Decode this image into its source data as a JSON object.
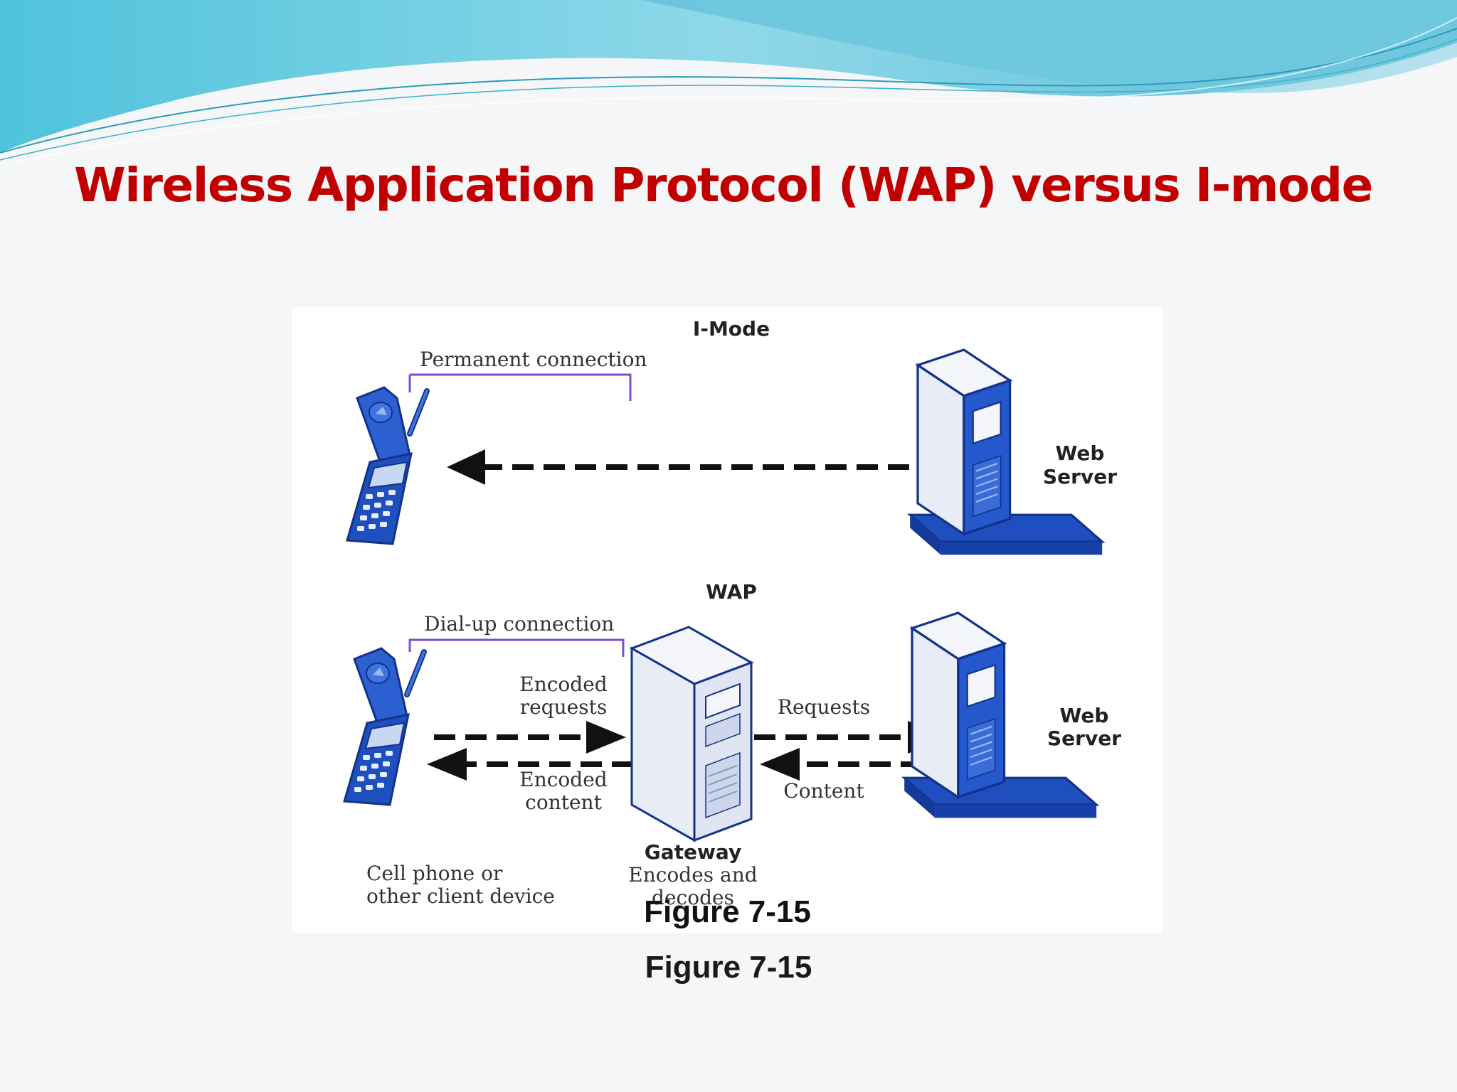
{
  "slide": {
    "title": "Wireless Application Protocol (WAP) versus I-mode",
    "caption": "Figure 7-15"
  },
  "theme": {
    "title_color": "#c00000",
    "device_blue": "#1f4fbf",
    "server_face": "#e8ecf6",
    "connection_line": "#7b4fc8",
    "arrow_color": "#111111"
  },
  "diagram": {
    "imode": {
      "heading": "I-Mode",
      "connection_label": "Permanent connection",
      "server_label_line1": "Web",
      "server_label_line2": "Server"
    },
    "wap": {
      "heading": "WAP",
      "connection_label": "Dial-up connection",
      "encoded_requests_line1": "Encoded",
      "encoded_requests_line2": "requests",
      "encoded_content_line1": "Encoded",
      "encoded_content_line2": "content",
      "requests": "Requests",
      "content": "Content",
      "gateway_title": "Gateway",
      "gateway_desc_line1": "Encodes and",
      "gateway_desc_line2": "decodes",
      "client_line1": "Cell phone or",
      "client_line2": "other client device",
      "server_label_line1": "Web",
      "server_label_line2": "Server"
    },
    "caption": "Figure 7-15"
  },
  "icons": [
    "cell-phone-icon",
    "web-server-icon",
    "gateway-server-icon"
  ]
}
